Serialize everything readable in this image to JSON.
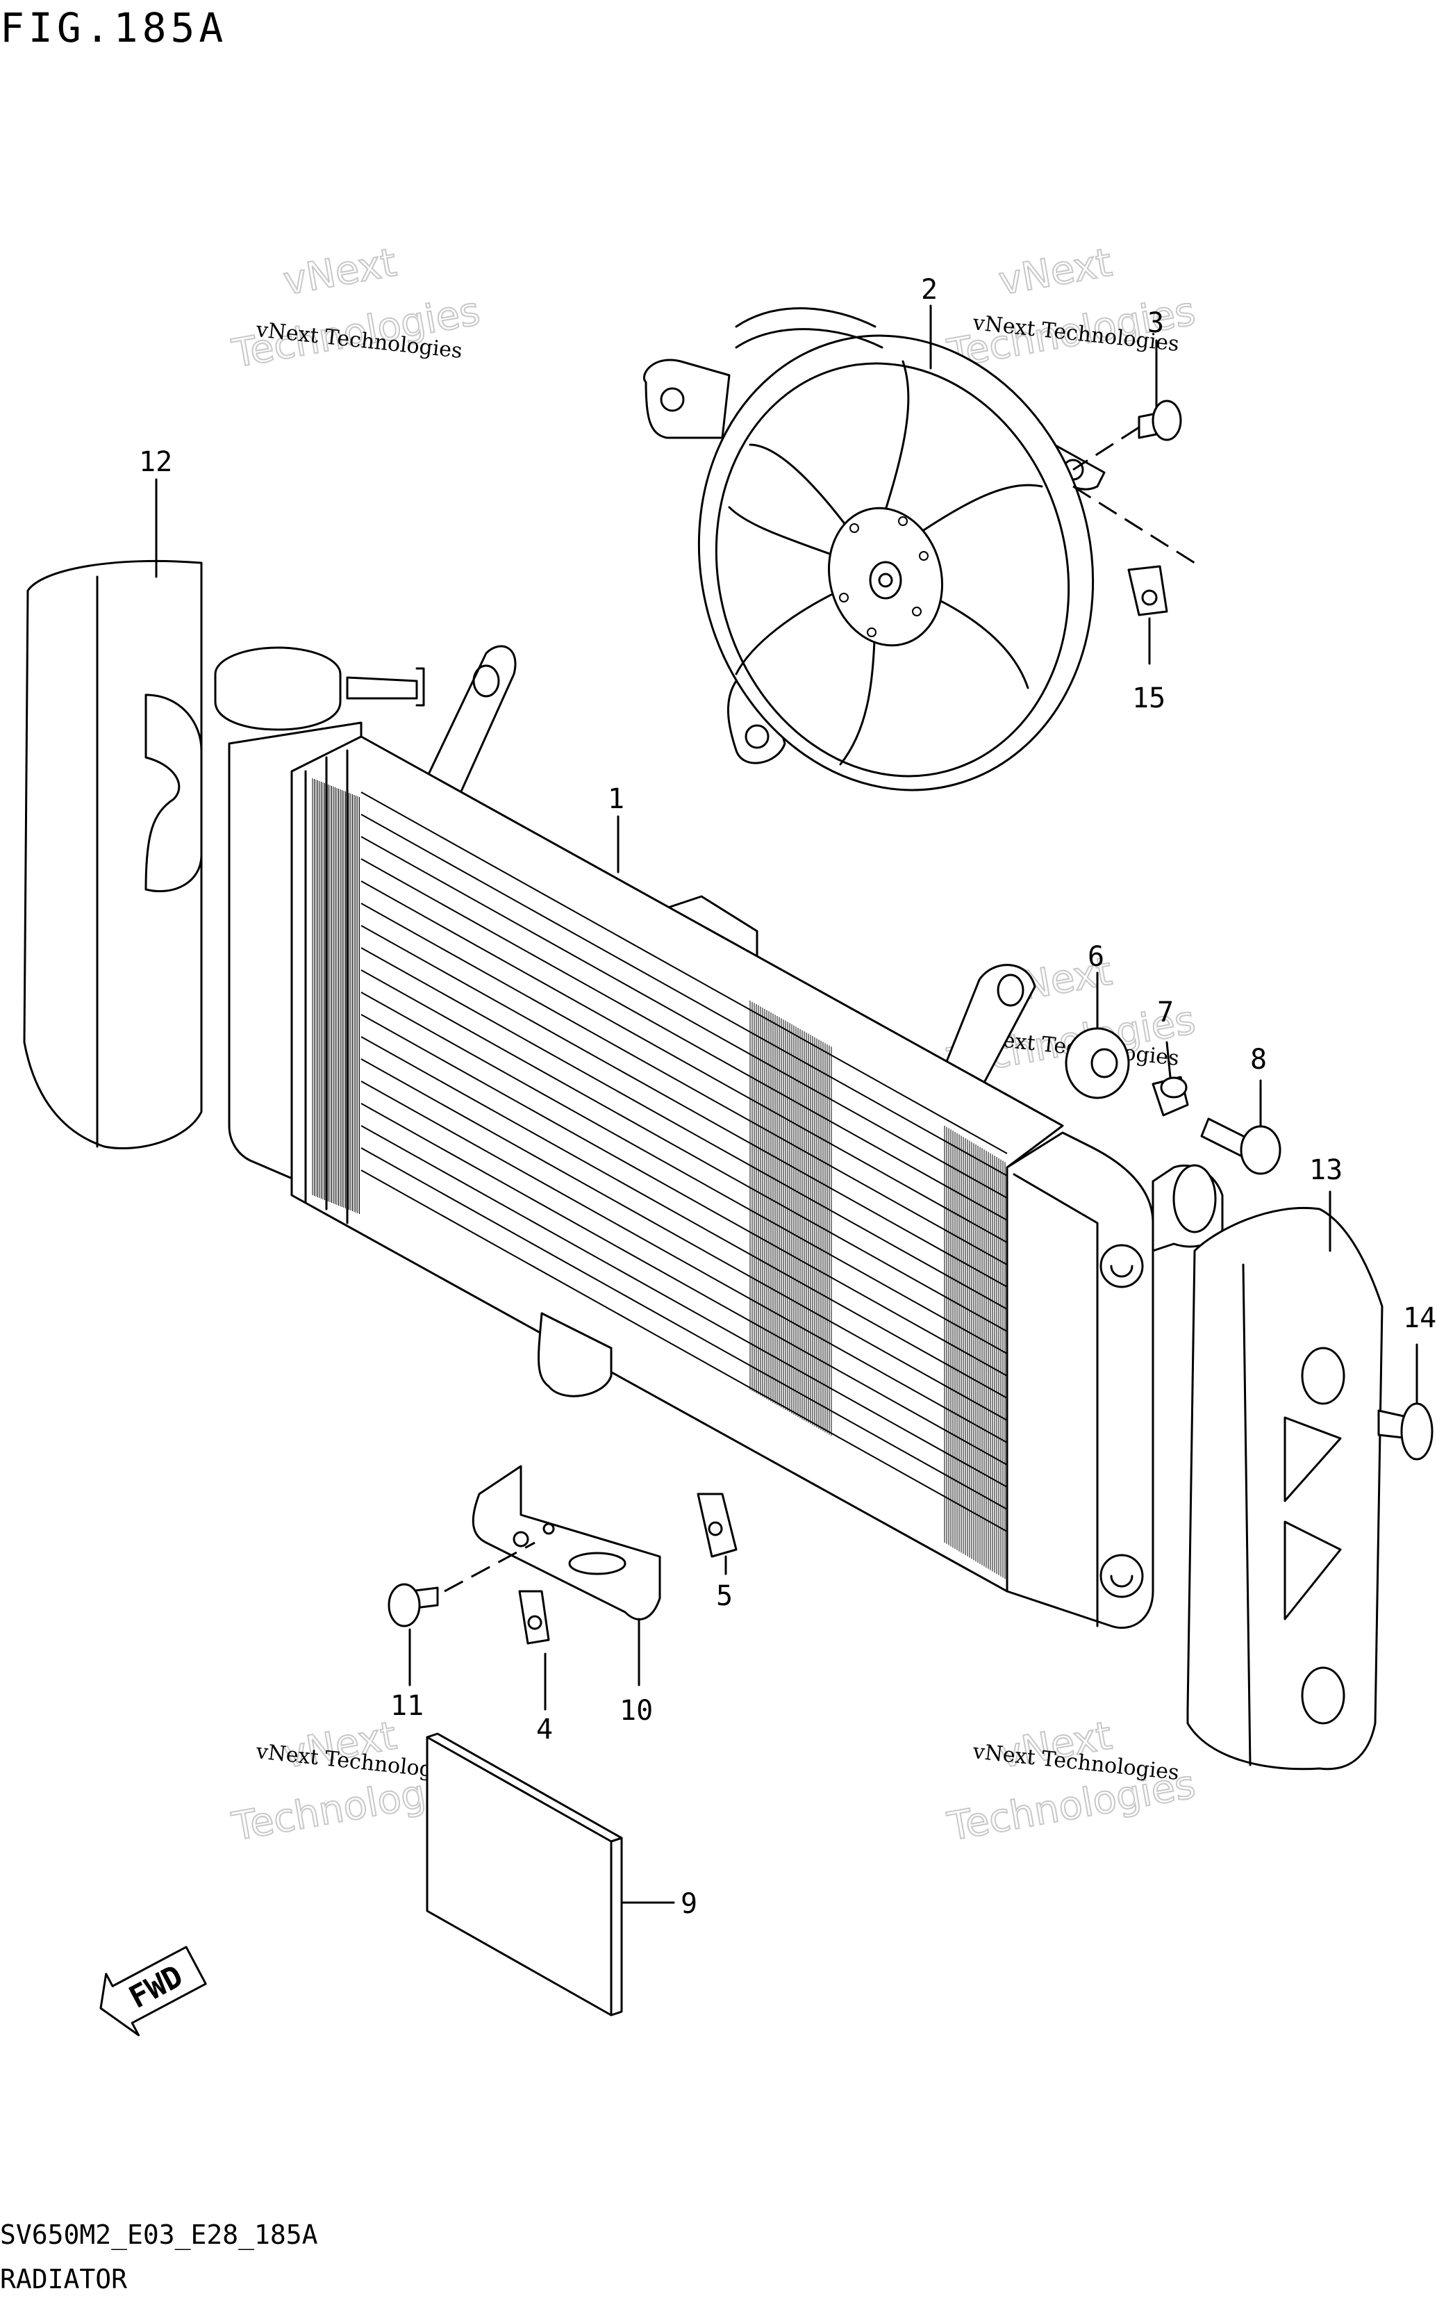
{
  "figure": {
    "title": "FIG.185A",
    "code": "SV650M2_E03_E28_185A",
    "name": "RADIATOR"
  },
  "watermark": {
    "small": "vNext Technologies",
    "large_top": "vNext",
    "large_bottom": "Technologies"
  },
  "callouts": [
    "1",
    "2",
    "3",
    "4",
    "5",
    "6",
    "7",
    "8",
    "9",
    "10",
    "11",
    "12",
    "13",
    "14",
    "15"
  ],
  "fwd_label": "FWD"
}
